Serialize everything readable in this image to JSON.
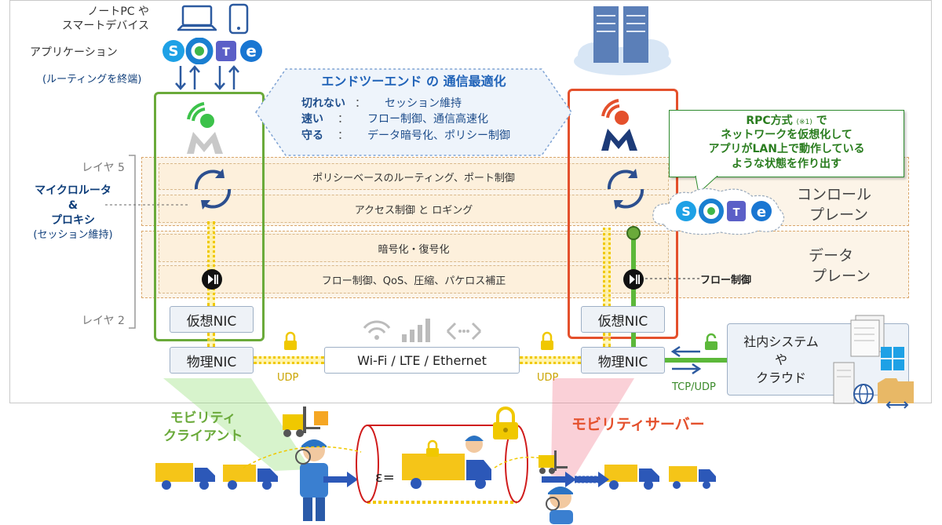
{
  "client": {
    "devices_label_1": "ノートPC や",
    "devices_label_2": "スマートデバイス",
    "apps_label": "アプリケーション",
    "routing_note": "(ルーティングを終端)",
    "role_label_1": "マイクロルータ",
    "role_label_2": "&",
    "role_label_3": "プロキシ",
    "role_label_4": "(セッション維持)",
    "virtual_nic": "仮想NIC",
    "physical_nic": "物理NIC",
    "caption_1": "モビリティ",
    "caption_2": "クライアント"
  },
  "server": {
    "virtual_nic": "仮想NIC",
    "physical_nic": "物理NIC",
    "caption": "モビリティサーバー",
    "flow_label": "フロー制御"
  },
  "e2e": {
    "title": "エンドツーエンド の 通信最適化",
    "items": [
      {
        "key": "切れない",
        "sep": "：",
        "value": "セッション維持"
      },
      {
        "key": "速い",
        "sep": "：",
        "value": "フロー制御、通信高速化"
      },
      {
        "key": "守る",
        "sep": "：",
        "value": "データ暗号化、ポリシー制御"
      }
    ]
  },
  "layers": {
    "top": "レイヤ 5",
    "bottom": "レイヤ 2",
    "control_plane_1": "コンロール",
    "control_plane_2": "プレーン",
    "data_plane_1": "データ",
    "data_plane_2": "プレーン",
    "rows": [
      "ポリシーベースのルーティング、ポート制御",
      "アクセス制御 と ロギング",
      "暗号化・復号化",
      "フロー制御、QoS、圧縮、パケロス補正"
    ]
  },
  "network": {
    "medium": "Wi-Fi / LTE / Ethernet",
    "udp_left": "UDP",
    "udp_right": "UDP",
    "tcp_udp": "TCP/UDP"
  },
  "rpc_callout": {
    "line1": "RPC方式",
    "note": "(※1)",
    "line1b": "で",
    "line2": "ネットワークを仮想化して",
    "line3": "アプリがLAN上で動作している",
    "line4": "ような状態を作り出す"
  },
  "enterprise": {
    "line1": "社内システム",
    "line2": "や",
    "line3": "クラウド"
  },
  "tunnel": {
    "formula": "ε="
  },
  "colors": {
    "client_green": "#6aaa3a",
    "server_red": "#e4502c",
    "title_blue": "#1f62b8",
    "udp_yellow": "#f0c800",
    "tcp_green": "#5cb83a"
  }
}
